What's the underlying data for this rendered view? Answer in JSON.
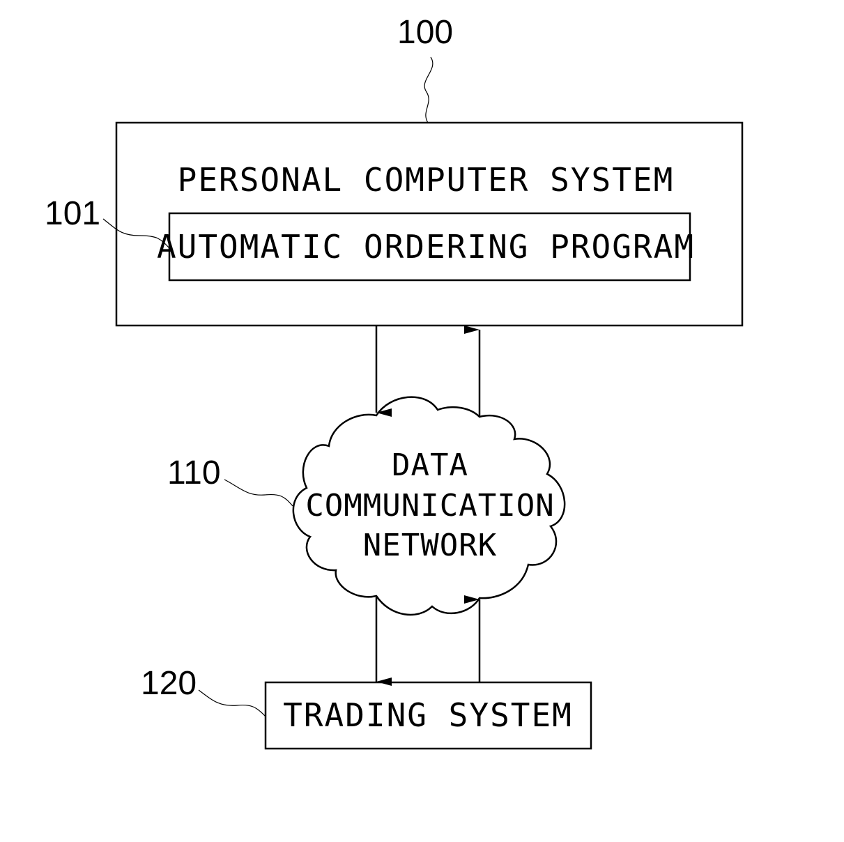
{
  "refs": {
    "pc_system": "100",
    "program": "101",
    "network": "110",
    "trading": "120"
  },
  "pc_system": {
    "title": "PERSONAL COMPUTER SYSTEM"
  },
  "program": {
    "label": "AUTOMATIC ORDERING PROGRAM"
  },
  "network": {
    "line1": "DATA",
    "line2": "COMMUNICATION",
    "line3": "NETWORK"
  },
  "trading": {
    "label": "TRADING SYSTEM"
  },
  "colors": {
    "ink": "#000000",
    "background": "#ffffff"
  }
}
